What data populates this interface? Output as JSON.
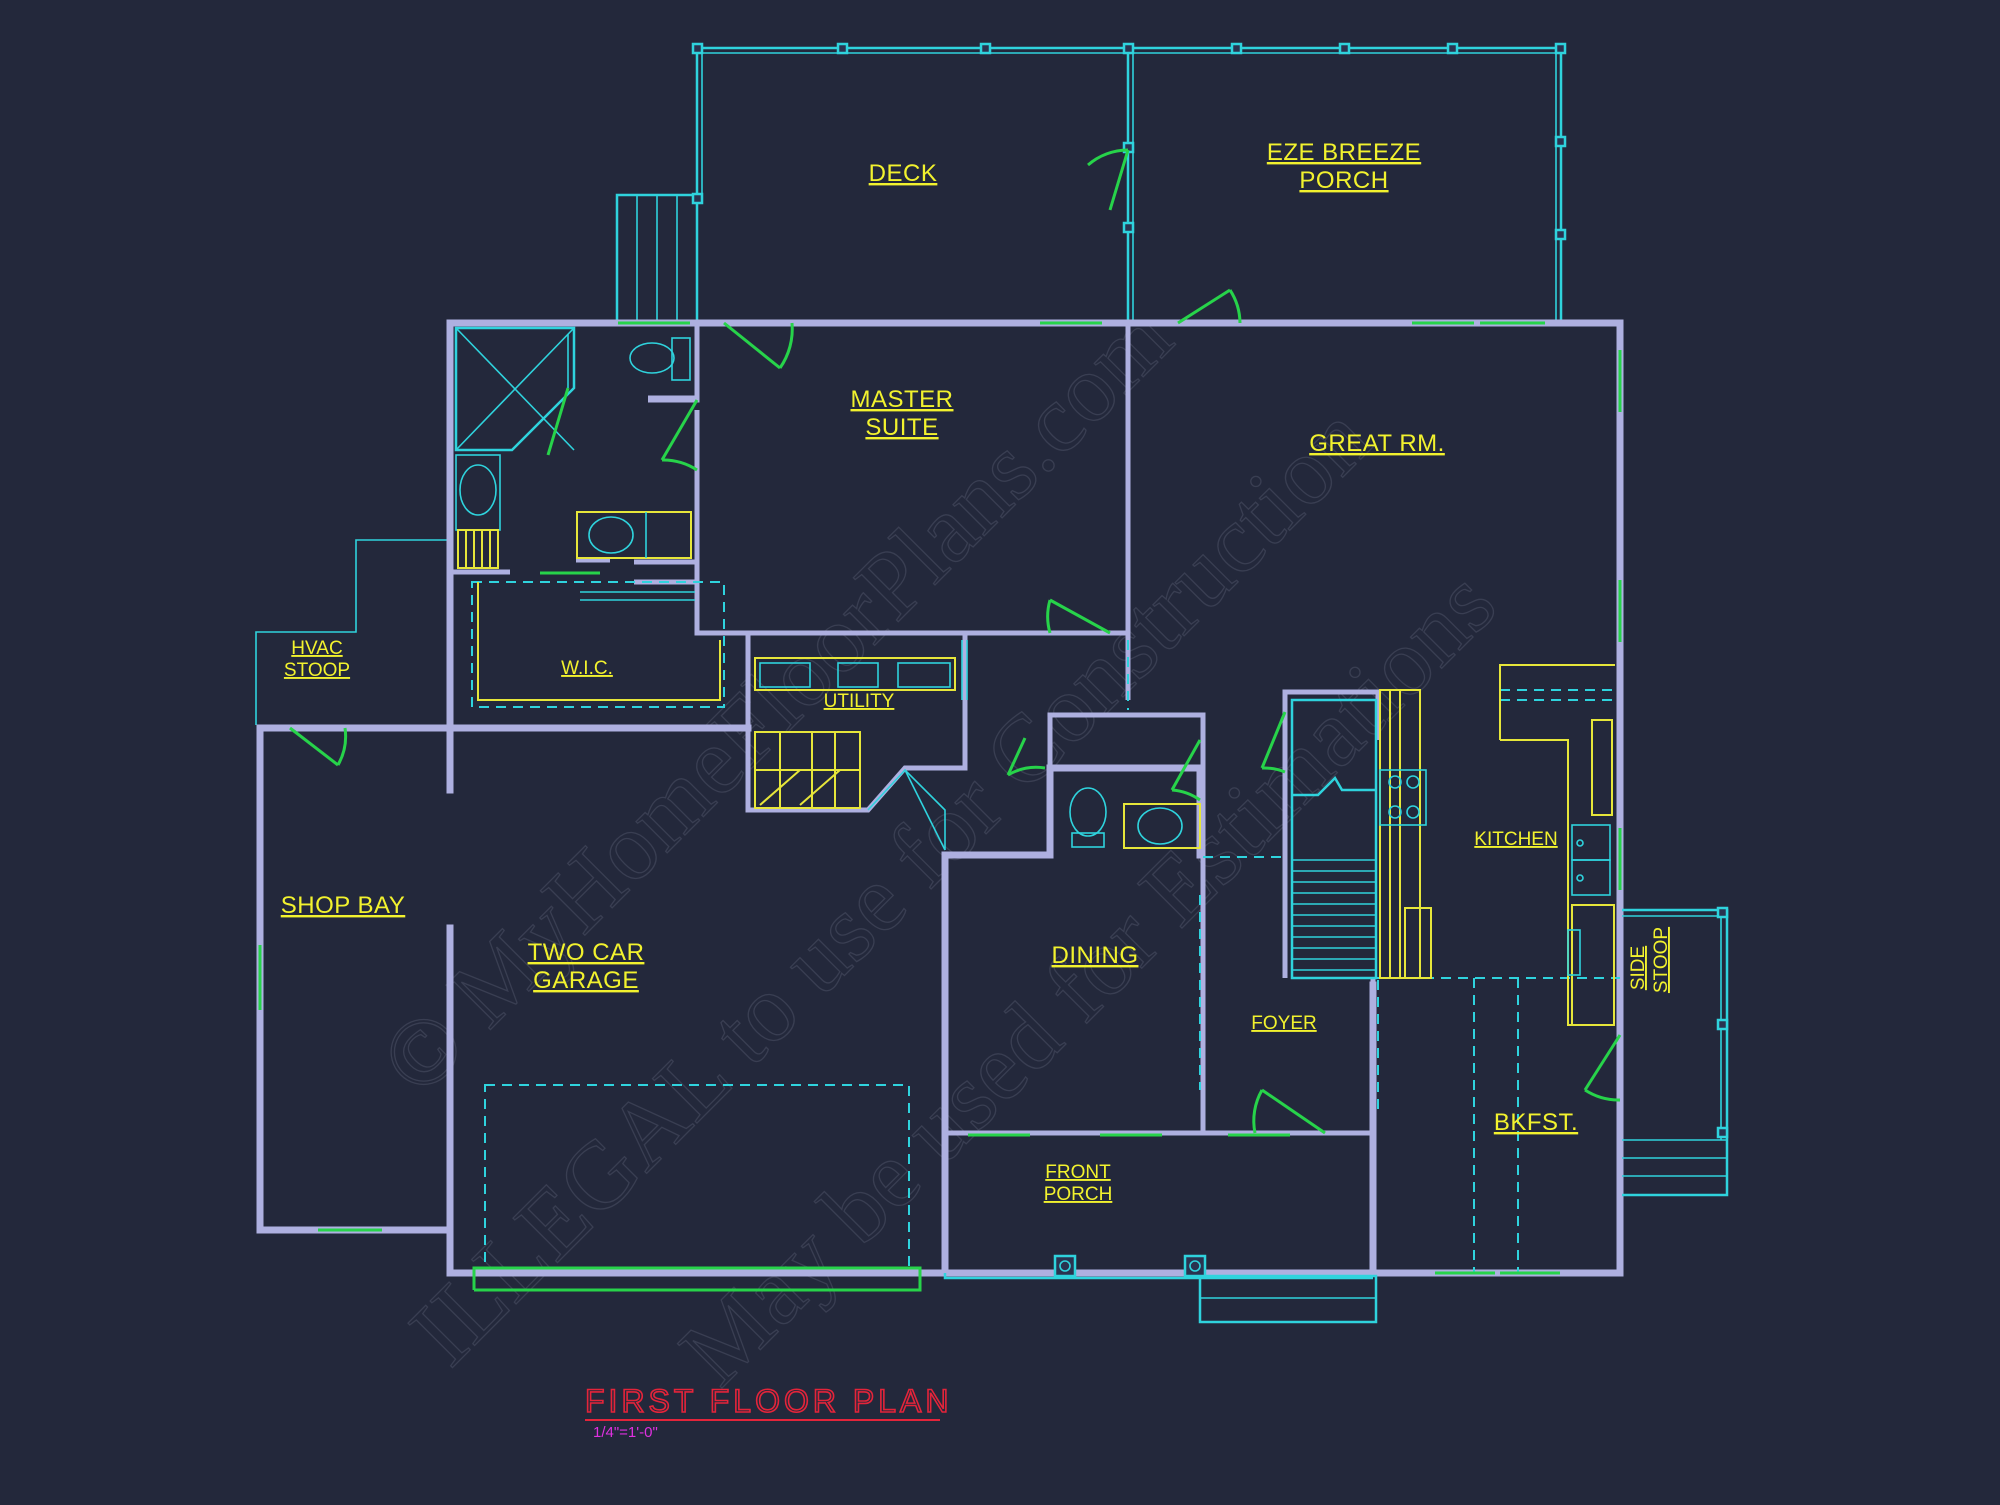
{
  "plan": {
    "title": "FIRST FLOOR PLAN",
    "scale": "1/4\"=1'-0\""
  },
  "rooms": {
    "deck": "DECK",
    "porch_line1": "EZE BREEZE",
    "porch_line2": "PORCH",
    "master_line1": "MASTER",
    "master_line2": "SUITE",
    "great_room": "GREAT RM.",
    "hvac_line1": "HVAC",
    "hvac_line2": "STOOP",
    "wic": "W.I.C.",
    "utility": "UTILITY",
    "kitchen": "KITCHEN",
    "shop_bay": "SHOP BAY",
    "garage_line1": "TWO CAR",
    "garage_line2": "GARAGE",
    "dining": "DINING",
    "foyer": "FOYER",
    "side_stoop_line1": "SIDE",
    "side_stoop_line2": "STOOP",
    "breakfast": "BKFST.",
    "front_porch_line1": "FRONT",
    "front_porch_line2": "PORCH"
  },
  "watermark": {
    "line1": "© MyHomeFloorPlans.com",
    "line2": "ILLEGAL to use for Construction",
    "line3": "May be used for Estimations"
  },
  "colors": {
    "background": "#23283b",
    "walls": "#aeb0e0",
    "outline": "#2fd3dd",
    "labels": "#f2f22e",
    "windows_doors": "#27d34a",
    "title": "#e4243a",
    "scale": "#e030e0"
  }
}
